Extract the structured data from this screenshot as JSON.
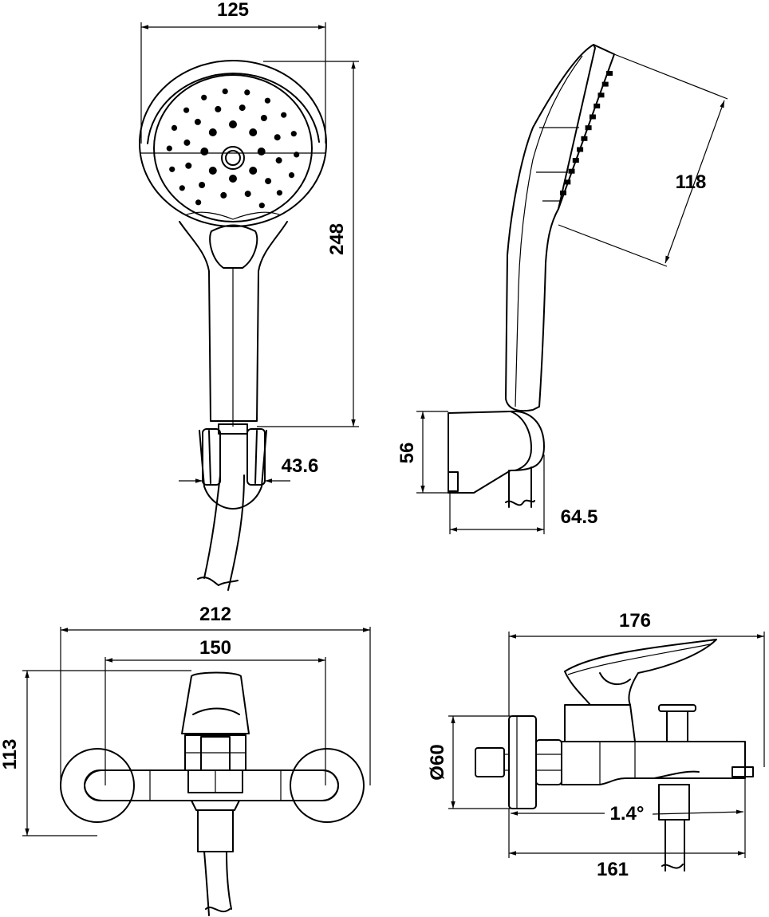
{
  "dimensions": {
    "head_width": "125",
    "shower_length": "248",
    "face_diameter": "118",
    "holder_width": "43.6",
    "holder_height": "56",
    "holder_depth": "64.5",
    "mixer_width": "212",
    "mixer_centers": "150",
    "mixer_height": "113",
    "flange_diameter": "Ø60",
    "mixer_depth": "176",
    "spout_angle": "1.4°",
    "spout_length": "161"
  },
  "colors": {
    "line": "#000000",
    "background": "#ffffff"
  }
}
